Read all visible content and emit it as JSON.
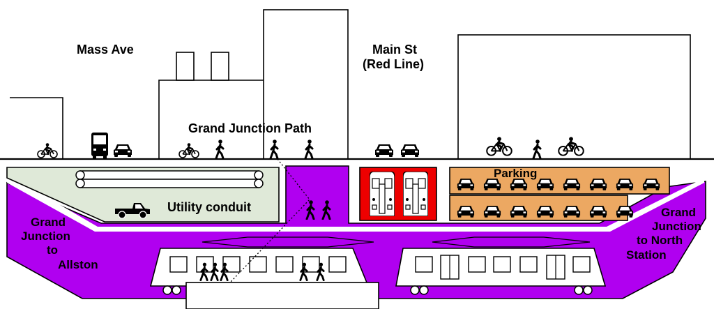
{
  "labels": {
    "mass_ave": "Mass Ave",
    "main_st_line1": "Main St",
    "main_st_line2": "(Red Line)",
    "grand_junction_path": "Grand Junction Path",
    "utility_conduit": "Utility conduit",
    "parking": "Parking",
    "left_tunnel_line1": "Grand",
    "left_tunnel_line2": "Junction",
    "left_tunnel_line3": "to",
    "left_tunnel_line4": "Allston",
    "right_tunnel_line1": "Grand",
    "right_tunnel_line2": "Junction",
    "right_tunnel_line3": "to North",
    "right_tunnel_line4": "Station"
  },
  "colors": {
    "tunnel": "#b000f0",
    "platform_hall": "#b000f0",
    "utility": "#dfe9d8",
    "parking": "#eca862",
    "red_line": "#ee0000",
    "outline": "#000000",
    "background": "#ffffff"
  },
  "icons": {
    "bicycle": "bicycle-icon",
    "bus": "bus-icon",
    "car": "car-icon",
    "pickup": "pickup-truck-icon",
    "pedestrian": "pedestrian-icon",
    "pipe": "pipe-icon",
    "train": "train-car-icon"
  }
}
